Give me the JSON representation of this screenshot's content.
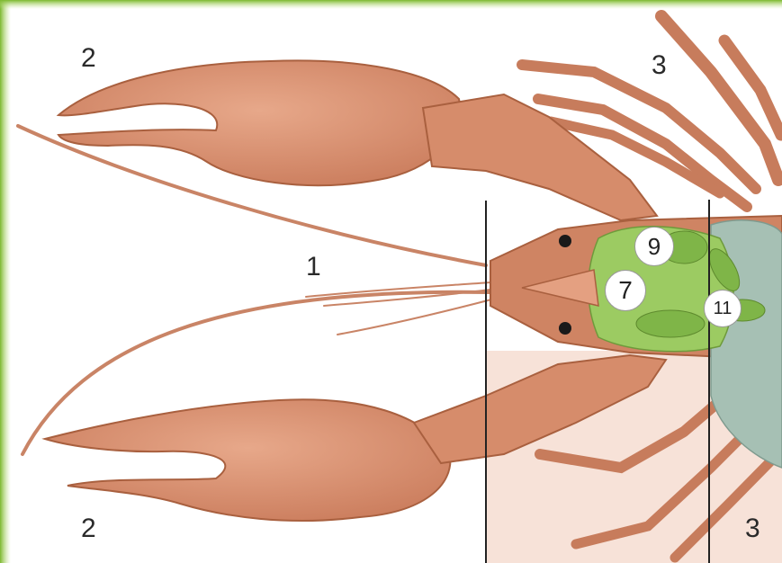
{
  "labels": {
    "antenna": "1",
    "claw_top": "2",
    "claw_bottom": "2",
    "legs_top": "3",
    "legs_bottom": "3",
    "organ_9": "9",
    "organ_7": "7",
    "organ_11": "11"
  },
  "colors": {
    "frame_green": "#8dc63f",
    "shell": "#d98f6f",
    "shell_dark": "#b96a4b",
    "organs": "#8cc25a",
    "gills": "#9fb8ac",
    "line": "#222222"
  }
}
